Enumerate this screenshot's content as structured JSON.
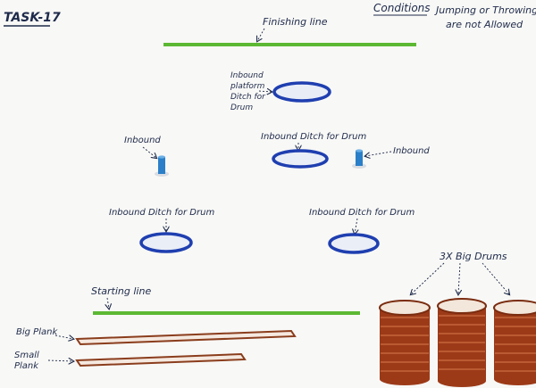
{
  "title": "TASK-17",
  "conditions": {
    "heading": "Conditions",
    "line1": "Jumping or Throwing",
    "line2": "are not Allowed"
  },
  "finishing_line": {
    "label": "Finishing line",
    "color": "#5cb833"
  },
  "starting_line": {
    "label": "Starting line",
    "color": "#5cb833"
  },
  "platform_ditch": {
    "line1": "Inbound",
    "line2": "platform",
    "line3": "Ditch for",
    "line4": "Drum"
  },
  "labels": {
    "inbound_left": "Inbound",
    "inbound_right": "Inbound",
    "ditch_center": "Inbound Ditch for Drum",
    "ditch_left": "Inbound Ditch for Drum",
    "ditch_right": "Inbound Ditch for Drum",
    "big_drums": "3X Big Drums",
    "big_plank": "Big Plank",
    "small_plank_line1": "Small",
    "small_plank_line2": "Plank"
  },
  "colors": {
    "ditch": "#1f3fb0",
    "pole": "#2a7fc8",
    "drum": "#9c3a18",
    "plank": "#8a3d1c",
    "ink": "#1e2a4a"
  }
}
